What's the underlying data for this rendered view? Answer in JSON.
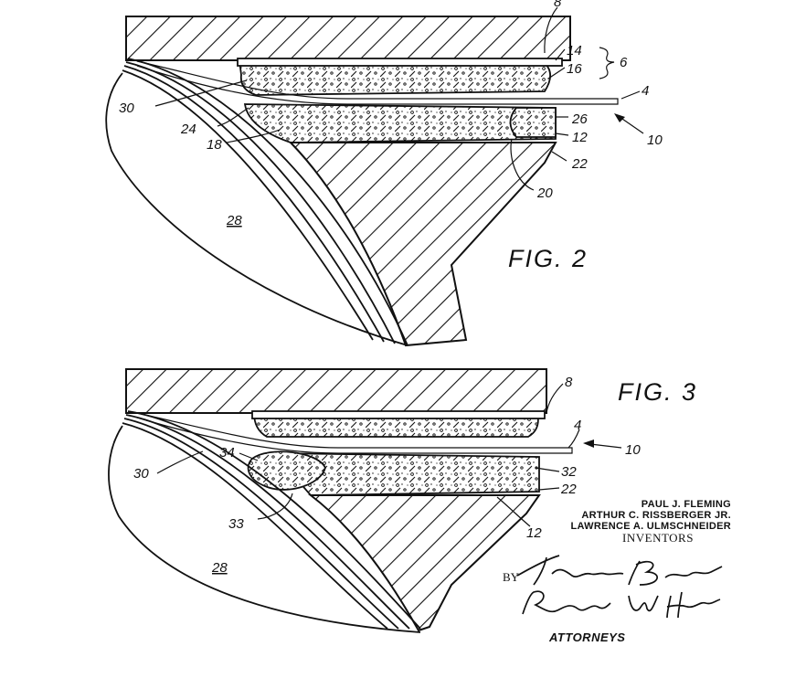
{
  "figures": [
    {
      "label": "FIG. 2",
      "reference_numerals": [
        "8",
        "14",
        "16",
        "6",
        "4",
        "10",
        "30",
        "24",
        "18",
        "26",
        "12",
        "22",
        "20",
        "28"
      ]
    },
    {
      "label": "FIG. 3",
      "reference_numerals": [
        "8",
        "4",
        "10",
        "30",
        "34",
        "32",
        "22",
        "33",
        "12",
        "28"
      ]
    }
  ],
  "inventors": {
    "names": [
      "PAUL J. FLEMING",
      "ARTHUR C. RISSBERGER JR.",
      "LAWRENCE A. ULMSCHNEIDER"
    ],
    "label": "INVENTORS"
  },
  "by_label": "BY",
  "signatures": [
    "Thomas R. Boston",
    "Robert W. Hampton"
  ],
  "attorneys_label": "ATTORNEYS"
}
